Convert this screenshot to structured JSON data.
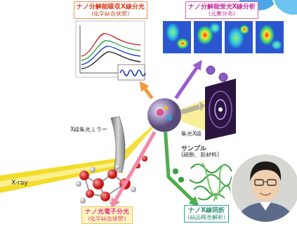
{
  "diagram": {
    "nodes": [
      {
        "text": [
          "ナノ分解能吸収X線分光",
          "(化学結合状態)"
        ]
      },
      {
        "text": [
          "ナノ分解能蛍光X線分析",
          "(元素分布)"
        ]
      },
      {
        "text": [
          "サンプル",
          "(細胞、新材料)"
        ]
      },
      {
        "text": [
          "ナノ光電子分光",
          "(化学結合状態)"
        ]
      },
      {
        "text": [
          "ナノX線回折",
          "(結晶構造解析)"
        ]
      }
    ],
    "edges": [
      {
        "from": 2,
        "to": 0,
        "arrow": "to"
      },
      {
        "from": 2,
        "to": 1,
        "arrow": "to"
      },
      {
        "from": 2,
        "to": 3,
        "arrow": "to"
      },
      {
        "from": 2,
        "to": 4,
        "arrow": "to"
      }
    ],
    "labels": [
      "X線集光ミラー",
      "集光X線",
      "X-ray"
    ]
  }
}
